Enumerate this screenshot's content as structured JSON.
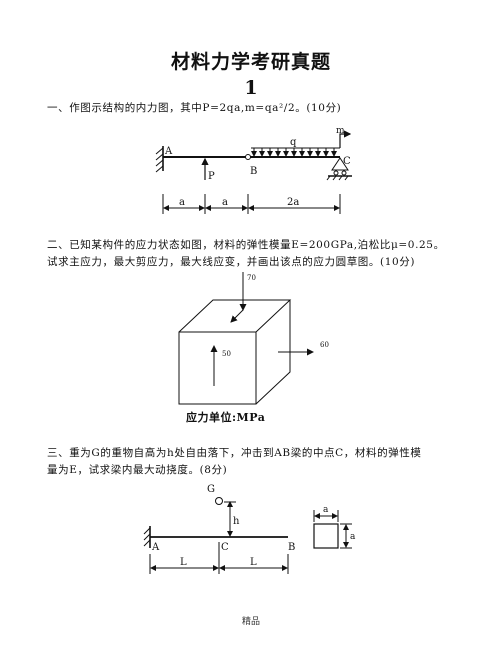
{
  "doc": {
    "title": "材料力学考研真题",
    "number": "1",
    "footer": "精品"
  },
  "q1": {
    "text": "一、作图示结构的内力图，其中P=2qa,m=qa²/2。(10分)",
    "labels": {
      "A": "A",
      "B": "B",
      "C": "C",
      "P": "P",
      "q": "q",
      "m": "m"
    },
    "dims": [
      "a",
      "a",
      "2a"
    ]
  },
  "q2": {
    "text_line1": "二、已知某构件的应力状态如图，材料的弹性模量E=200GPa,泊松比μ=0.25。",
    "text_line2": "试求主应力，最大剪应力，最大线应变，并画出该点的应力圆草图。(10分)",
    "stresses": {
      "top": "70",
      "front": "50",
      "side": "60"
    },
    "unit_caption": "应力单位:MPa"
  },
  "q3": {
    "text_line1": "三、重为G的重物自高为h处自由落下，冲击到AB梁的中点C，材料的弹性模",
    "text_line2": "量为E，试求梁内最大动挠度。(8分)",
    "labels": {
      "G": "G",
      "h": "h",
      "A": "A",
      "C": "C",
      "B": "B"
    },
    "dims": [
      "L",
      "L"
    ],
    "section_dim_top": "a",
    "section_dim_side": "a"
  }
}
